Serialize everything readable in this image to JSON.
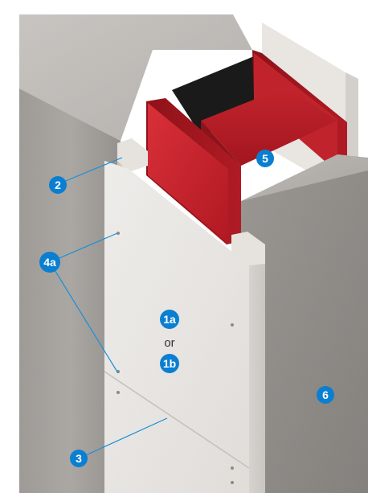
{
  "labels": {
    "l1a": "1a",
    "or": "or",
    "l1b": "1b",
    "l2": "2",
    "l3": "3",
    "l4a": "4a",
    "l5": "5",
    "l6": "6"
  },
  "colors": {
    "badge": "#0a7fd1",
    "steel": "#c8202a",
    "concrete": "#8e8a86",
    "board": "#ebe8e4"
  }
}
